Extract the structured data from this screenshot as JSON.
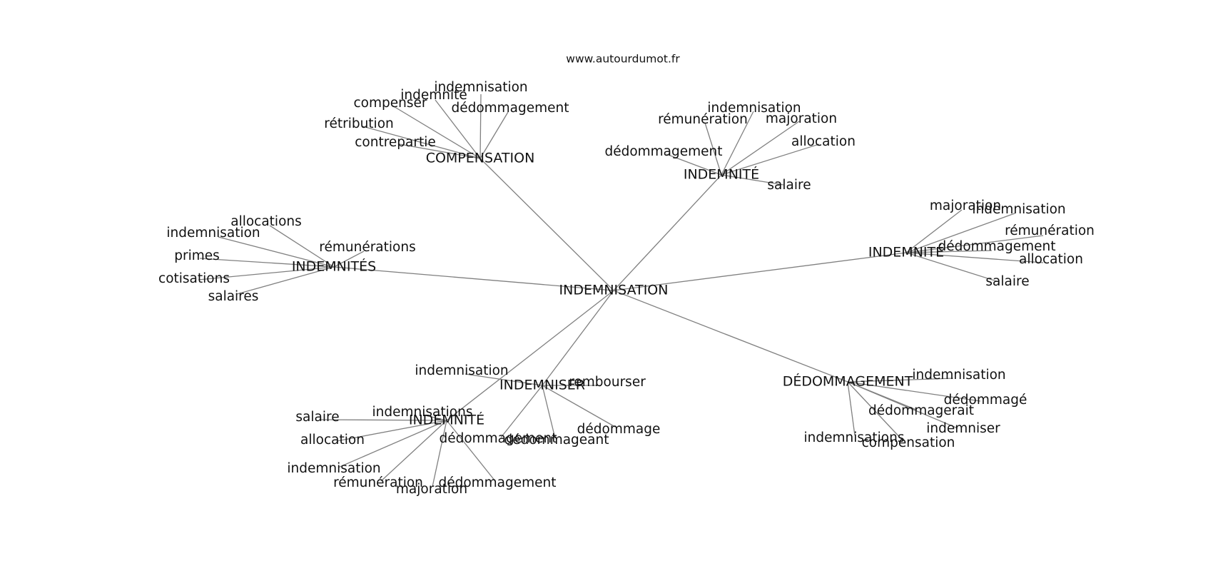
{
  "source": "www.autourdumot.fr",
  "center": {
    "label": "INDEMNISATION"
  },
  "hubs": [
    {
      "id": "compensation",
      "label": "COMPENSATION",
      "children": [
        "indemnisation",
        "indemnité",
        "compenser",
        "dédommagement",
        "rétribution",
        "contrepartie"
      ]
    },
    {
      "id": "indemnite_top",
      "label": "INDEMNITÉ",
      "children": [
        "indemnisation",
        "rémunération",
        "majoration",
        "dédommagement",
        "allocation",
        "salaire"
      ]
    },
    {
      "id": "indemnites",
      "label": "INDEMNITÉS",
      "children": [
        "allocations",
        "indemnisation",
        "primes",
        "rémunérations",
        "cotisations",
        "salaires"
      ]
    },
    {
      "id": "indemnite_right",
      "label": "INDEMNITÉ",
      "children": [
        "majoration",
        "indemnisation",
        "rémunération",
        "dédommagement",
        "allocation",
        "salaire"
      ]
    },
    {
      "id": "indemniser",
      "label": "INDEMNISER",
      "children": [
        "indemnisation",
        "rembourser",
        "dédommagement",
        "dédommageant",
        "dédommage"
      ]
    },
    {
      "id": "indemnite_bottom",
      "label": "INDEMNITÉ",
      "children": [
        "indemnisations",
        "salaire",
        "allocation",
        "indemnisation",
        "rémunération",
        "majoration",
        "dédommagement"
      ]
    },
    {
      "id": "dedommagement",
      "label": "DÉDOMMAGEMENT",
      "children": [
        "indemnisation",
        "dédommagé",
        "dédommagerait",
        "indemniser",
        "indemnisations",
        "compensation"
      ]
    }
  ]
}
